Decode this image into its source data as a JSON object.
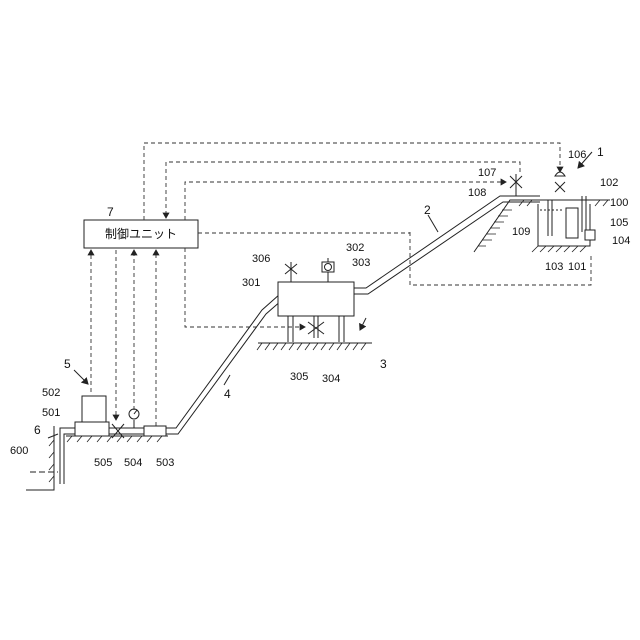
{
  "control_unit": {
    "label": "制御ユニット",
    "ref": "7"
  },
  "refs": {
    "r1": "1",
    "r2": "2",
    "r3": "3",
    "r4": "4",
    "r5": "5",
    "r6": "6",
    "r100": "100",
    "r101": "101",
    "r102": "102",
    "r103": "103",
    "r104": "104",
    "r105": "105",
    "r106": "106",
    "r107": "107",
    "r108": "108",
    "r109": "109",
    "r301": "301",
    "r302": "302",
    "r303": "303",
    "r304": "304",
    "r305": "305",
    "r306": "306",
    "r501": "501",
    "r502": "502",
    "r503": "503",
    "r504": "504",
    "r505": "505",
    "r600": "600"
  }
}
